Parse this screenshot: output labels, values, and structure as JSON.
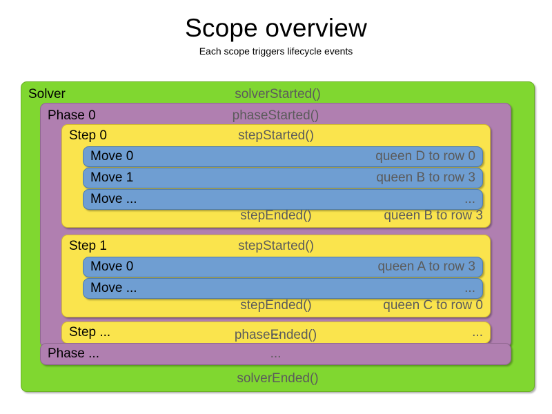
{
  "heading": {
    "title": "Scope overview",
    "subtitle": "Each scope triggers lifecycle events"
  },
  "colors": {
    "solver": "#80d730",
    "phase": "#b07fb0",
    "step": "#fae44d",
    "move": "#6f9ed2",
    "event_text": "#5b5b5b",
    "label_text": "#000000",
    "background": "#ffffff"
  },
  "solver": {
    "label": "Solver",
    "started_event": "solverStarted()",
    "ended_event": "solverEnded()",
    "phases": [
      {
        "label": "Phase 0",
        "started_event": "phaseStarted()",
        "ended_event": "phaseEnded()",
        "steps": [
          {
            "label": "Step 0",
            "started_event": "stepStarted()",
            "ended_event": "stepEnded()",
            "ended_detail": "queen B to row 3",
            "moves": [
              {
                "label": "Move 0",
                "detail": "queen D to row 0"
              },
              {
                "label": "Move 1",
                "detail": "queen B to row 3"
              },
              {
                "label": "Move ...",
                "detail": "..."
              }
            ]
          },
          {
            "label": "Step 1",
            "started_event": "stepStarted()",
            "ended_event": "stepEnded()",
            "ended_detail": "queen C to row 0",
            "moves": [
              {
                "label": "Move 0",
                "detail": "queen A to row 3"
              },
              {
                "label": "Move ...",
                "detail": "..."
              }
            ]
          }
        ],
        "step_ellipsis": {
          "label": "Step ...",
          "center": "...",
          "detail": "..."
        }
      }
    ],
    "phase_ellipsis": {
      "label": "Phase ...",
      "center": "..."
    }
  }
}
